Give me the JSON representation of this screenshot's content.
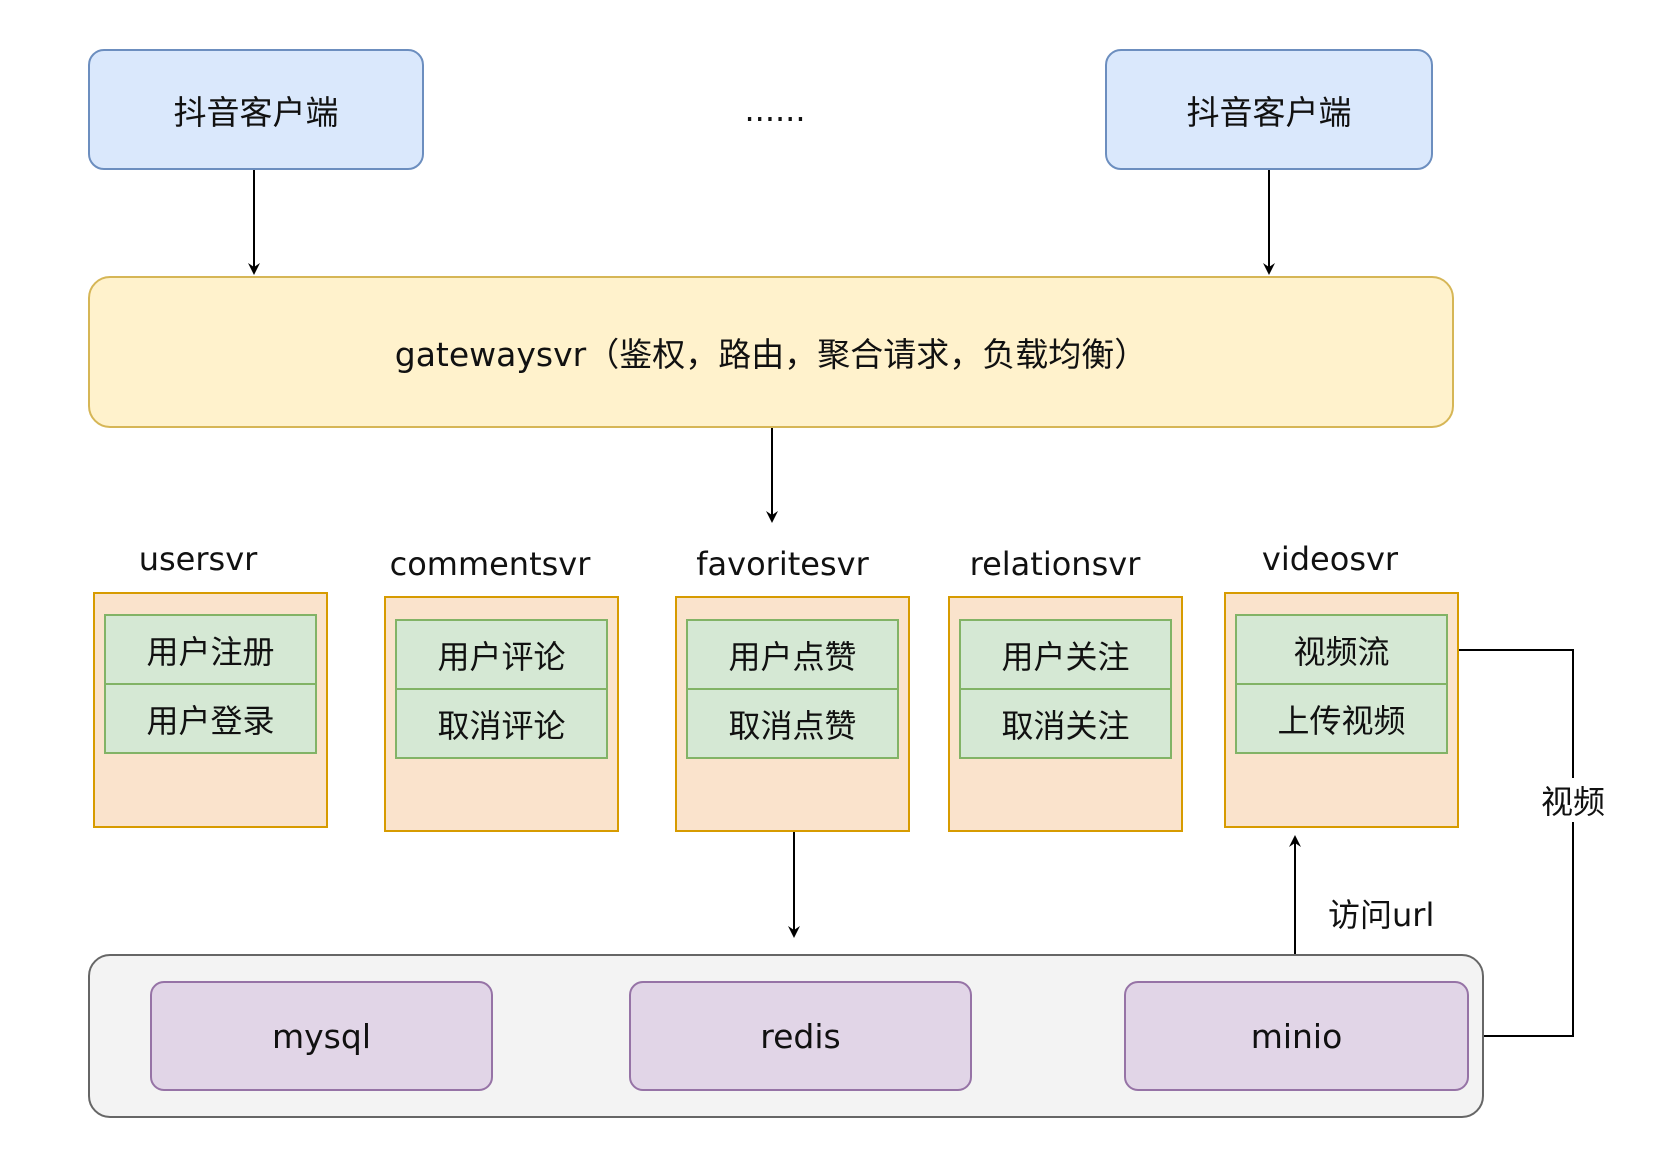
{
  "clients": {
    "left_label": "抖音客户端",
    "ellipsis": "......",
    "right_label": "抖音客户端"
  },
  "gateway": {
    "label": "gatewaysvr（鉴权，路由，聚合请求，负载均衡）"
  },
  "services": [
    {
      "name": "usersvr",
      "functions": [
        "用户注册",
        "用户登录"
      ]
    },
    {
      "name": "commentsvr",
      "functions": [
        "用户评论",
        "取消评论"
      ]
    },
    {
      "name": "favoritesvr",
      "functions": [
        "用户点赞",
        "取消点赞"
      ]
    },
    {
      "name": "relationsvr",
      "functions": [
        "用户关注",
        "取消关注"
      ]
    },
    {
      "name": "videosvr",
      "functions": [
        "视频流",
        "上传视频"
      ]
    }
  ],
  "storage": {
    "items": [
      "mysql",
      "redis",
      "minio"
    ]
  },
  "edge_labels": {
    "video": "视频",
    "access_url": "访问url"
  },
  "colors": {
    "client_fill": "#dae8fc",
    "client_stroke": "#6c8ebf",
    "gateway_fill": "#fff2cc",
    "gateway_stroke": "#d6b656",
    "service_fill": "#fae3cc",
    "service_stroke": "#d79b00",
    "function_fill": "#d5e8d4",
    "function_stroke": "#82b366",
    "storage_fill": "#f3f3f3",
    "storage_stroke": "#666666",
    "store_item_fill": "#e1d5e7",
    "store_item_stroke": "#9673a6"
  }
}
